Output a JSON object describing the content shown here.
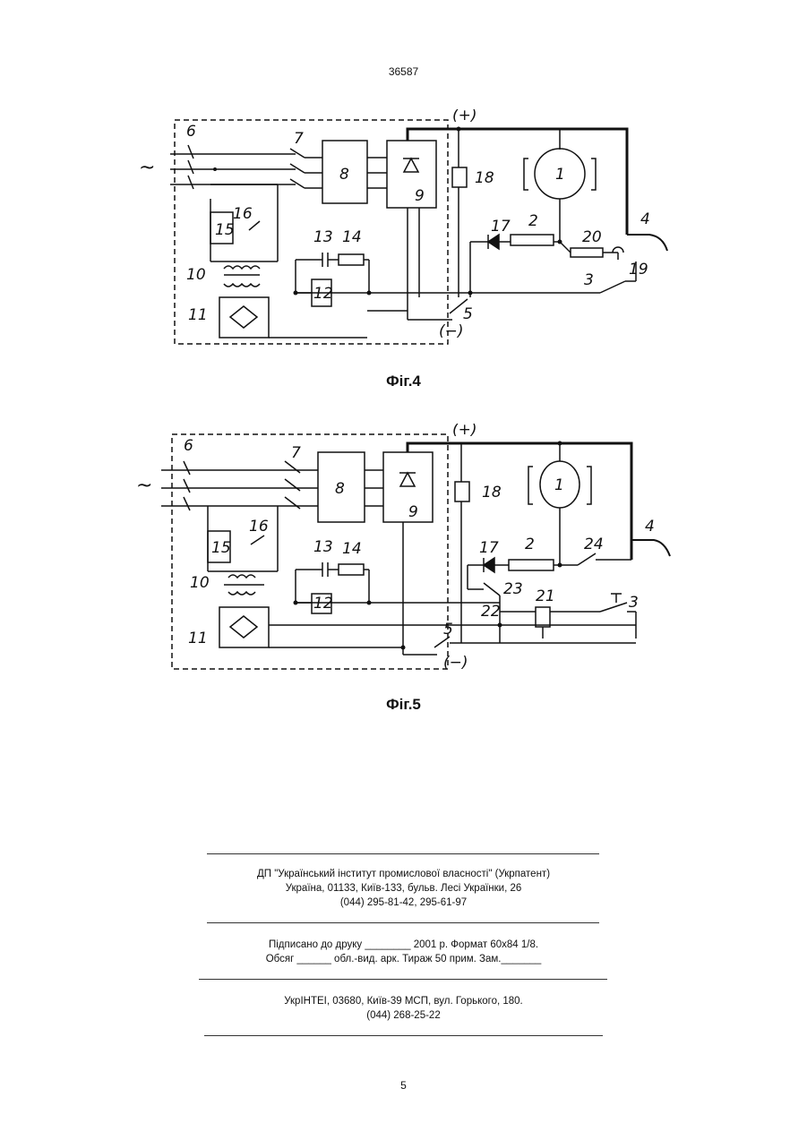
{
  "header": {
    "doc_number": "36587"
  },
  "figures": [
    {
      "caption": "Фіг.4",
      "labels": [
        "1",
        "2",
        "3",
        "4",
        "5",
        "6",
        "7",
        "8",
        "9",
        "10",
        "11",
        "12",
        "13",
        "14",
        "15",
        "16",
        "17",
        "18",
        "19",
        "20"
      ],
      "polarity": {
        "plus": "(+)",
        "minus": "(−)"
      },
      "ac_symbol": "~"
    },
    {
      "caption": "Фіг.5",
      "labels": [
        "1",
        "2",
        "3",
        "4",
        "5",
        "6",
        "7",
        "8",
        "9",
        "10",
        "11",
        "12",
        "13",
        "14",
        "15",
        "16",
        "17",
        "18",
        "21",
        "22",
        "23",
        "24"
      ],
      "polarity": {
        "plus": "(+)",
        "minus": "(−)"
      },
      "ac_symbol": "~"
    }
  ],
  "imprint": {
    "publisher_line1": "ДП \"Український інститут промислової власності\" (Укрпатент)",
    "publisher_line2": "Україна, 01133, Київ-133, бульв. Лесі Українки, 26",
    "publisher_line3": "(044) 295-81-42, 295-61-97",
    "print_line1": "Підписано до друку ________ 2001 р.    Формат 60x84 1/8.",
    "print_line2": "Обсяг ______ обл.-вид. арк.   Тираж 50 прим.    Зам._______",
    "printer_line1": "УкрІНТЕІ, 03680, Київ-39 МСП, вул. Горького, 180.",
    "printer_line2": "(044) 268-25-22"
  },
  "footer": {
    "page_number": "5"
  }
}
